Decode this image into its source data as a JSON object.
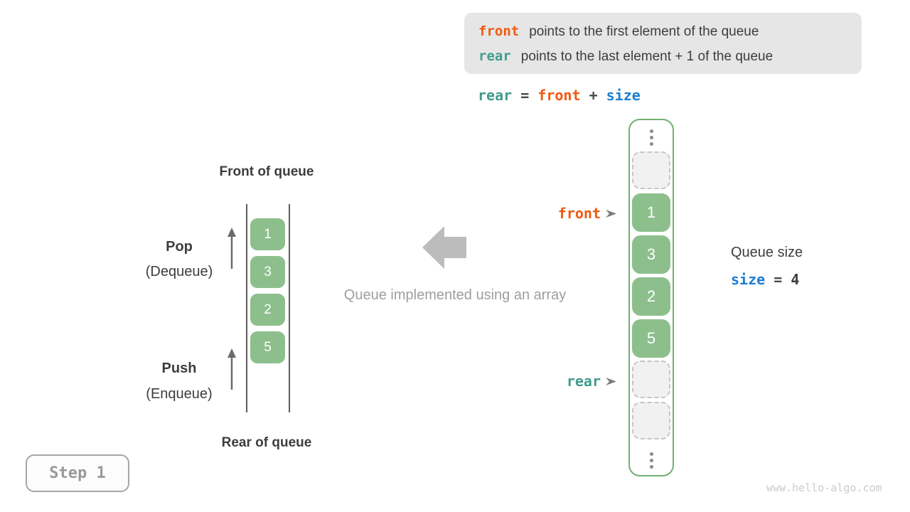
{
  "info_box": {
    "line1_code": "front",
    "line1_text": "points to the first element of the queue",
    "line2_code": "rear",
    "line2_text": "points to the last element + 1 of the queue"
  },
  "formula": {
    "lhs": "rear",
    "eq": "=",
    "rhs1": "front",
    "op": "+",
    "rhs2": "size"
  },
  "left_queue": {
    "title_top": "Front of queue",
    "title_bottom": "Rear of queue",
    "pop_label": "Pop",
    "pop_sublabel": "(Dequeue)",
    "push_label": "Push",
    "push_sublabel": "(Enqueue)",
    "cells": [
      "1",
      "3",
      "2",
      "5"
    ]
  },
  "caption": {
    "text": "Queue implemented using an array"
  },
  "array_view": {
    "cells": [
      "1",
      "3",
      "2",
      "5"
    ],
    "front_label": "front",
    "rear_label": "rear"
  },
  "size_info": {
    "title": "Queue size",
    "code": "size",
    "eq": "=",
    "value": "4"
  },
  "step_badge": {
    "label": "Step 1"
  },
  "watermark": {
    "text": "www.hello-algo.com"
  },
  "colors": {
    "accent_orange": "#f2590e",
    "accent_teal": "#3f9c8d",
    "accent_blue": "#1d7dd2",
    "cell_green": "#8cbf8c",
    "panel_border_green": "#70b070",
    "info_box_bg": "#e6e6e6",
    "muted_gray": "#9e9e9e",
    "arrow_gray": "#bcbcbc"
  }
}
